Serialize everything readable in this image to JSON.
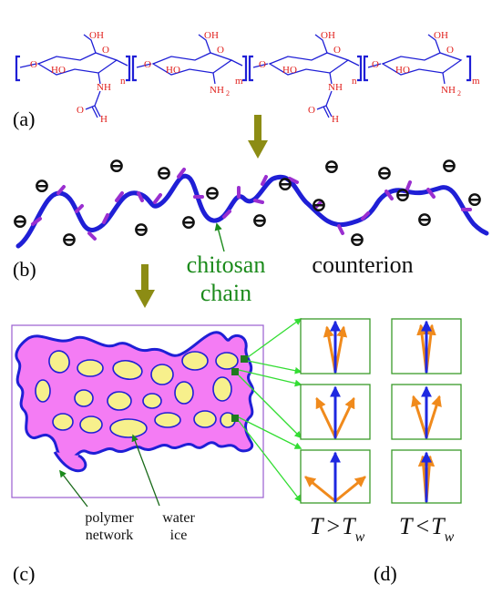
{
  "panels": {
    "a": "(a)",
    "b": "(b)",
    "c": "(c)",
    "d": "(d)"
  },
  "chem": {
    "OH": "OH",
    "O": "O",
    "HO": "HO",
    "NH": "NH",
    "NH2_base": "NH",
    "NH2_sub": "2",
    "H": "H",
    "n": "n",
    "m": "m"
  },
  "labels": {
    "chitosan_line1": "chitosan",
    "chitosan_line2": "chain",
    "counterion": "counterion",
    "polymer_line1": "polymer",
    "polymer_line2": "network",
    "water_line1": "water",
    "water_line2": "ice"
  },
  "temps": {
    "left": {
      "T": "T",
      "op": ">",
      "sub": "w"
    },
    "right": {
      "T": "T",
      "op": "<",
      "sub": "w"
    }
  },
  "counterion_symbol": "⊖",
  "colors": {
    "backbone": "#1f1fd6",
    "chem_text": "#e0201c",
    "arrow_olive": "#8c8c14",
    "chitosan_label": "#1a8a1a",
    "side_chain": "#9a2fd0",
    "network_fill": "#f47cf4",
    "ice_fill": "#f7f08c",
    "box_border": "#9a5ed0",
    "panel_d_border": "#3a9a2a",
    "connector": "#33dd33",
    "vector_blue": "#1e28e0",
    "vector_orange": "#f08a1c"
  }
}
